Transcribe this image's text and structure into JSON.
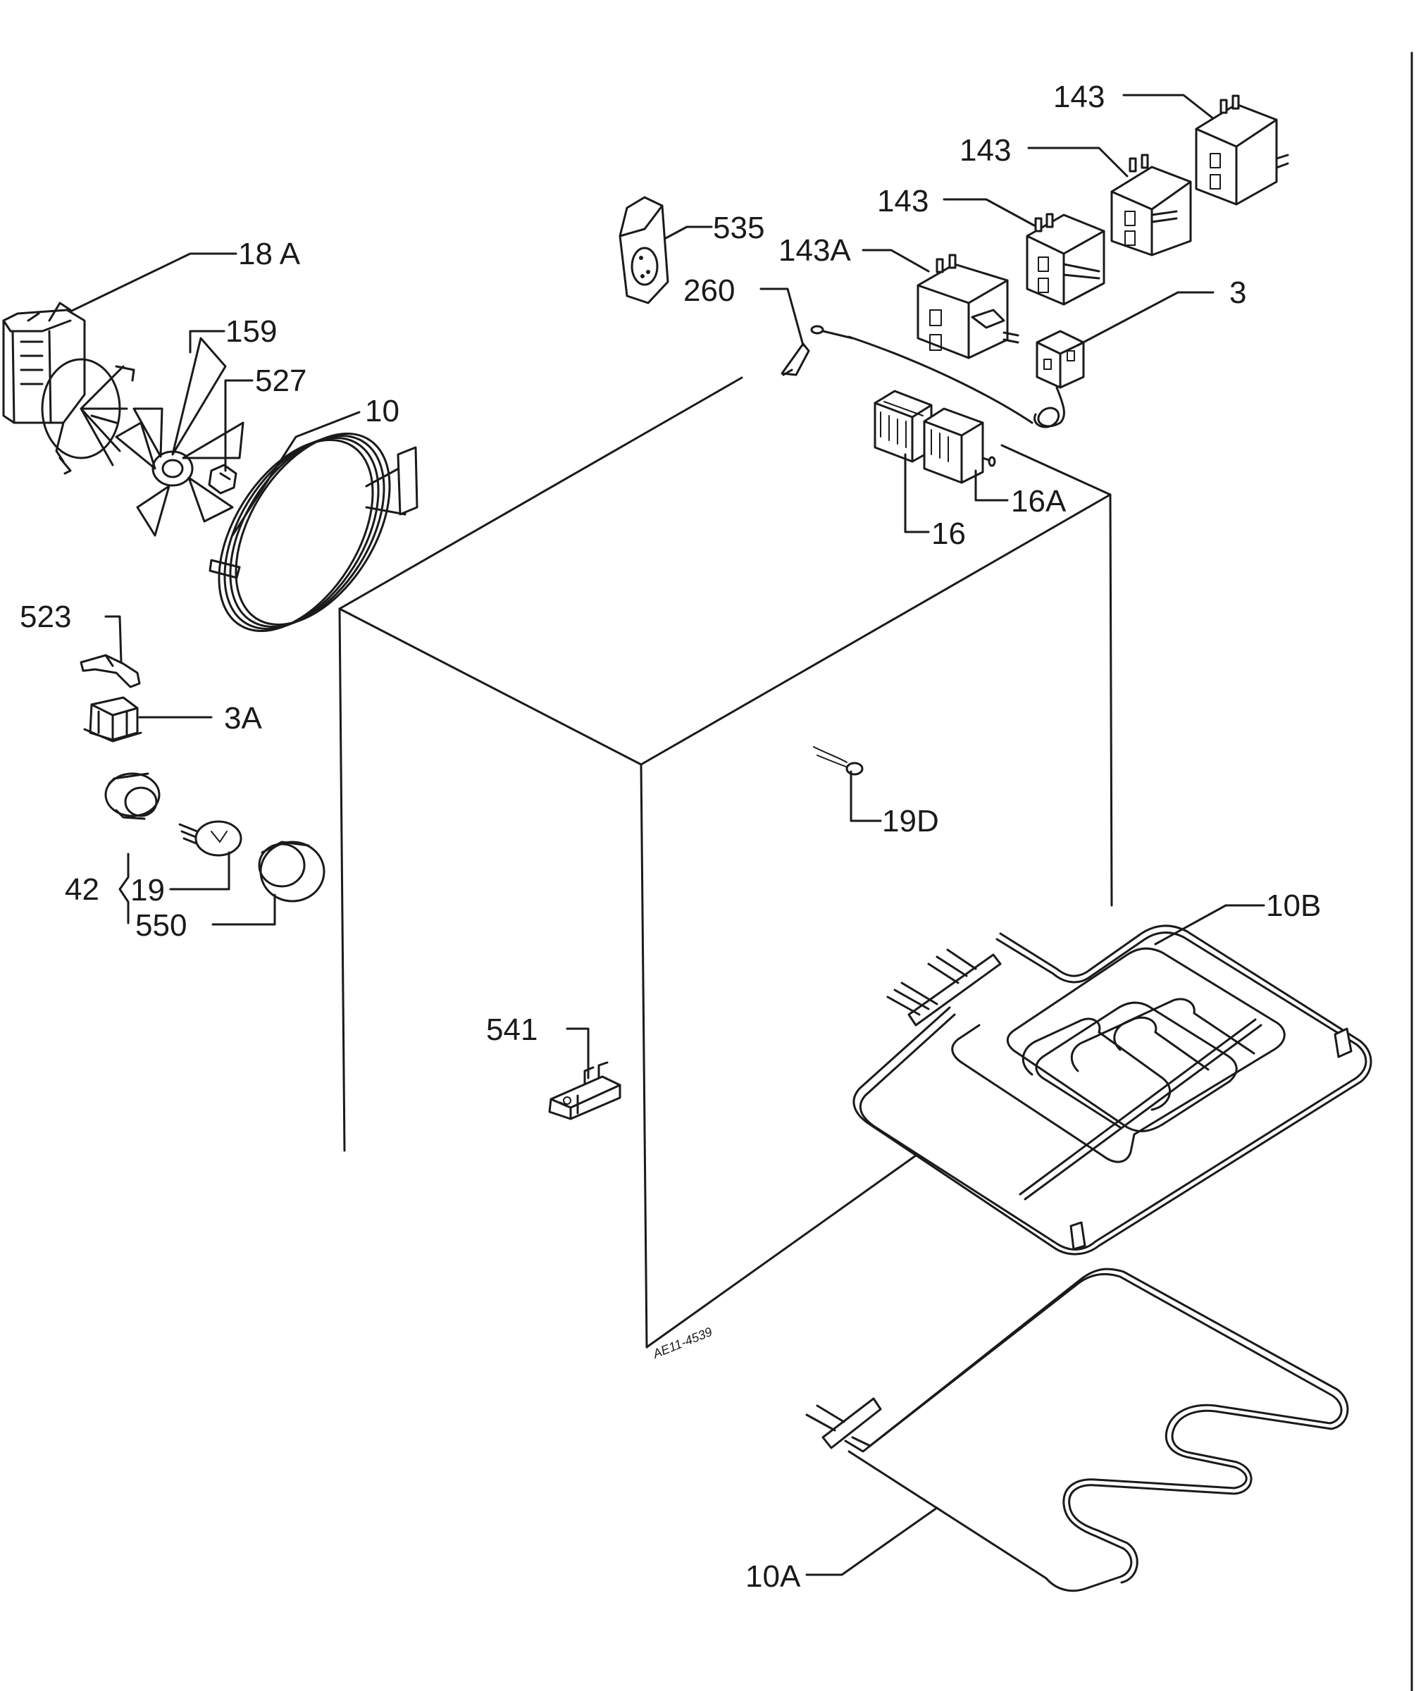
{
  "diagram": {
    "drawing_code": "AE11-4539",
    "parts": [
      {
        "id": "p143a_label",
        "label": "143"
      },
      {
        "id": "p143b_label",
        "label": "143"
      },
      {
        "id": "p143c_label",
        "label": "143"
      },
      {
        "id": "p143A_label",
        "label": "143A"
      },
      {
        "id": "p535_label",
        "label": "535"
      },
      {
        "id": "p260_label",
        "label": "260"
      },
      {
        "id": "p3_label",
        "label": "3"
      },
      {
        "id": "p18A_label",
        "label": "18 A"
      },
      {
        "id": "p159_label",
        "label": "159"
      },
      {
        "id": "p527_label",
        "label": "527"
      },
      {
        "id": "p10_label",
        "label": "10"
      },
      {
        "id": "p16A_label",
        "label": "16A"
      },
      {
        "id": "p16_label",
        "label": "16"
      },
      {
        "id": "p523_label",
        "label": "523"
      },
      {
        "id": "p3A_label",
        "label": "3A"
      },
      {
        "id": "p19D_label",
        "label": "19D"
      },
      {
        "id": "p42_label",
        "label": "42"
      },
      {
        "id": "p19_label",
        "label": "19"
      },
      {
        "id": "p550_label",
        "label": "550"
      },
      {
        "id": "p10B_label",
        "label": "10B"
      },
      {
        "id": "p541_label",
        "label": "541"
      },
      {
        "id": "p10A_label",
        "label": "10A"
      }
    ]
  }
}
